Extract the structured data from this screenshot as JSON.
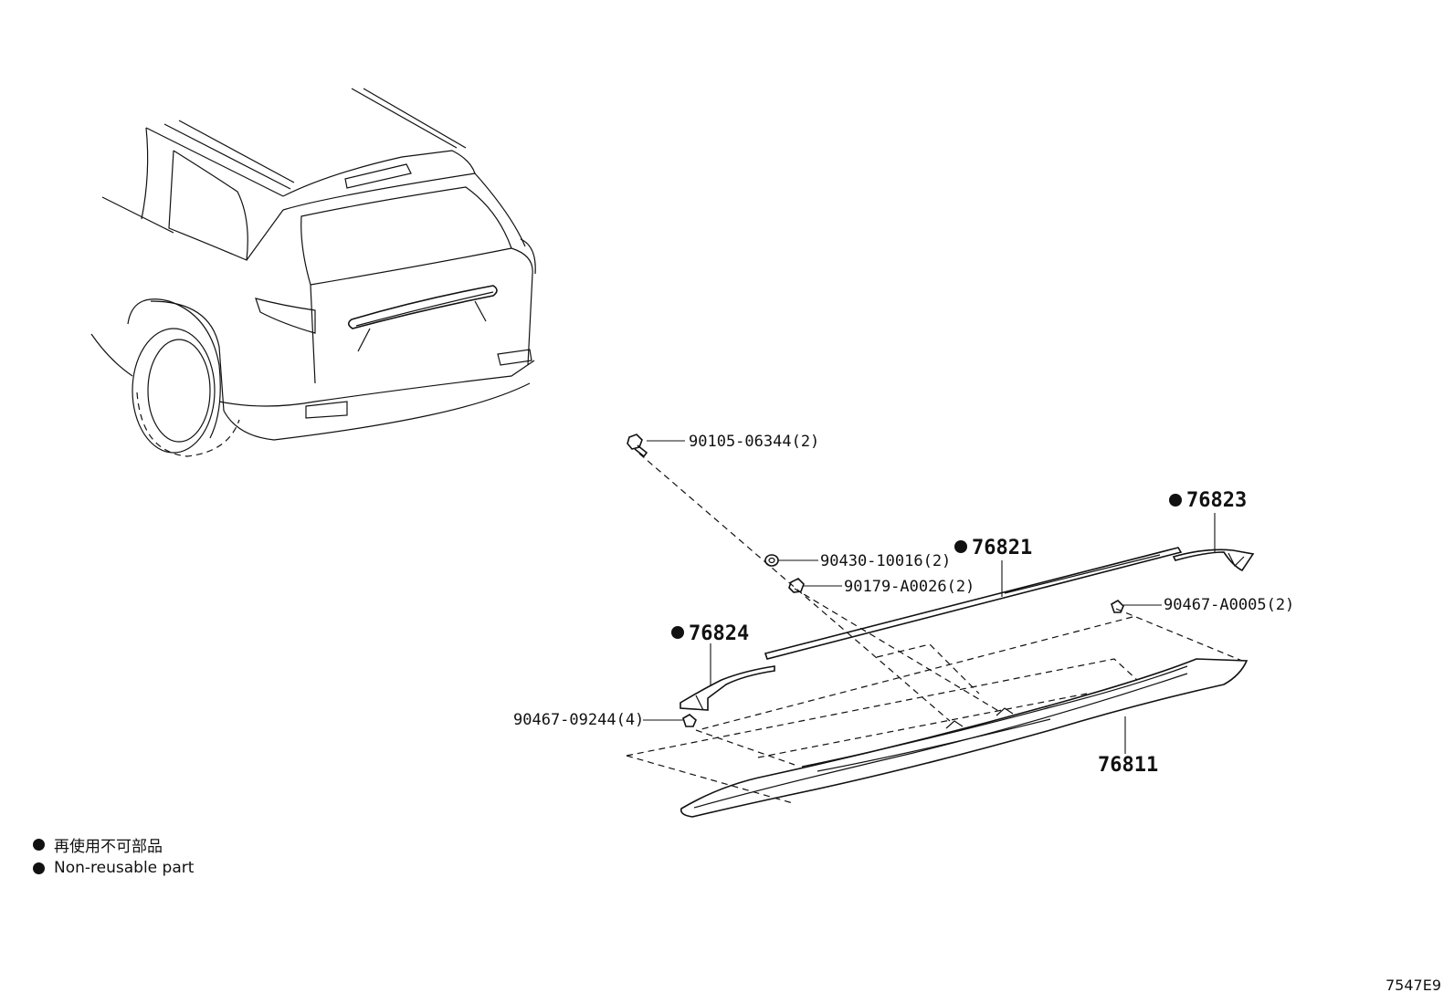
{
  "parts": {
    "bolt": "90105-06344(2)",
    "washer": "90430-10016(2)",
    "nut": "90179-A0026(2)",
    "moulding_main": "76821",
    "moulding_right_end": "76823",
    "moulding_left_end": "76824",
    "clip_right": "90467-A0005(2)",
    "clip_left": "90467-09244(4)",
    "garnish": "76811"
  },
  "legend": {
    "line_jp": "再使用不可部品",
    "line_en": "Non-reusable part"
  },
  "illustration_code": "7547E9"
}
